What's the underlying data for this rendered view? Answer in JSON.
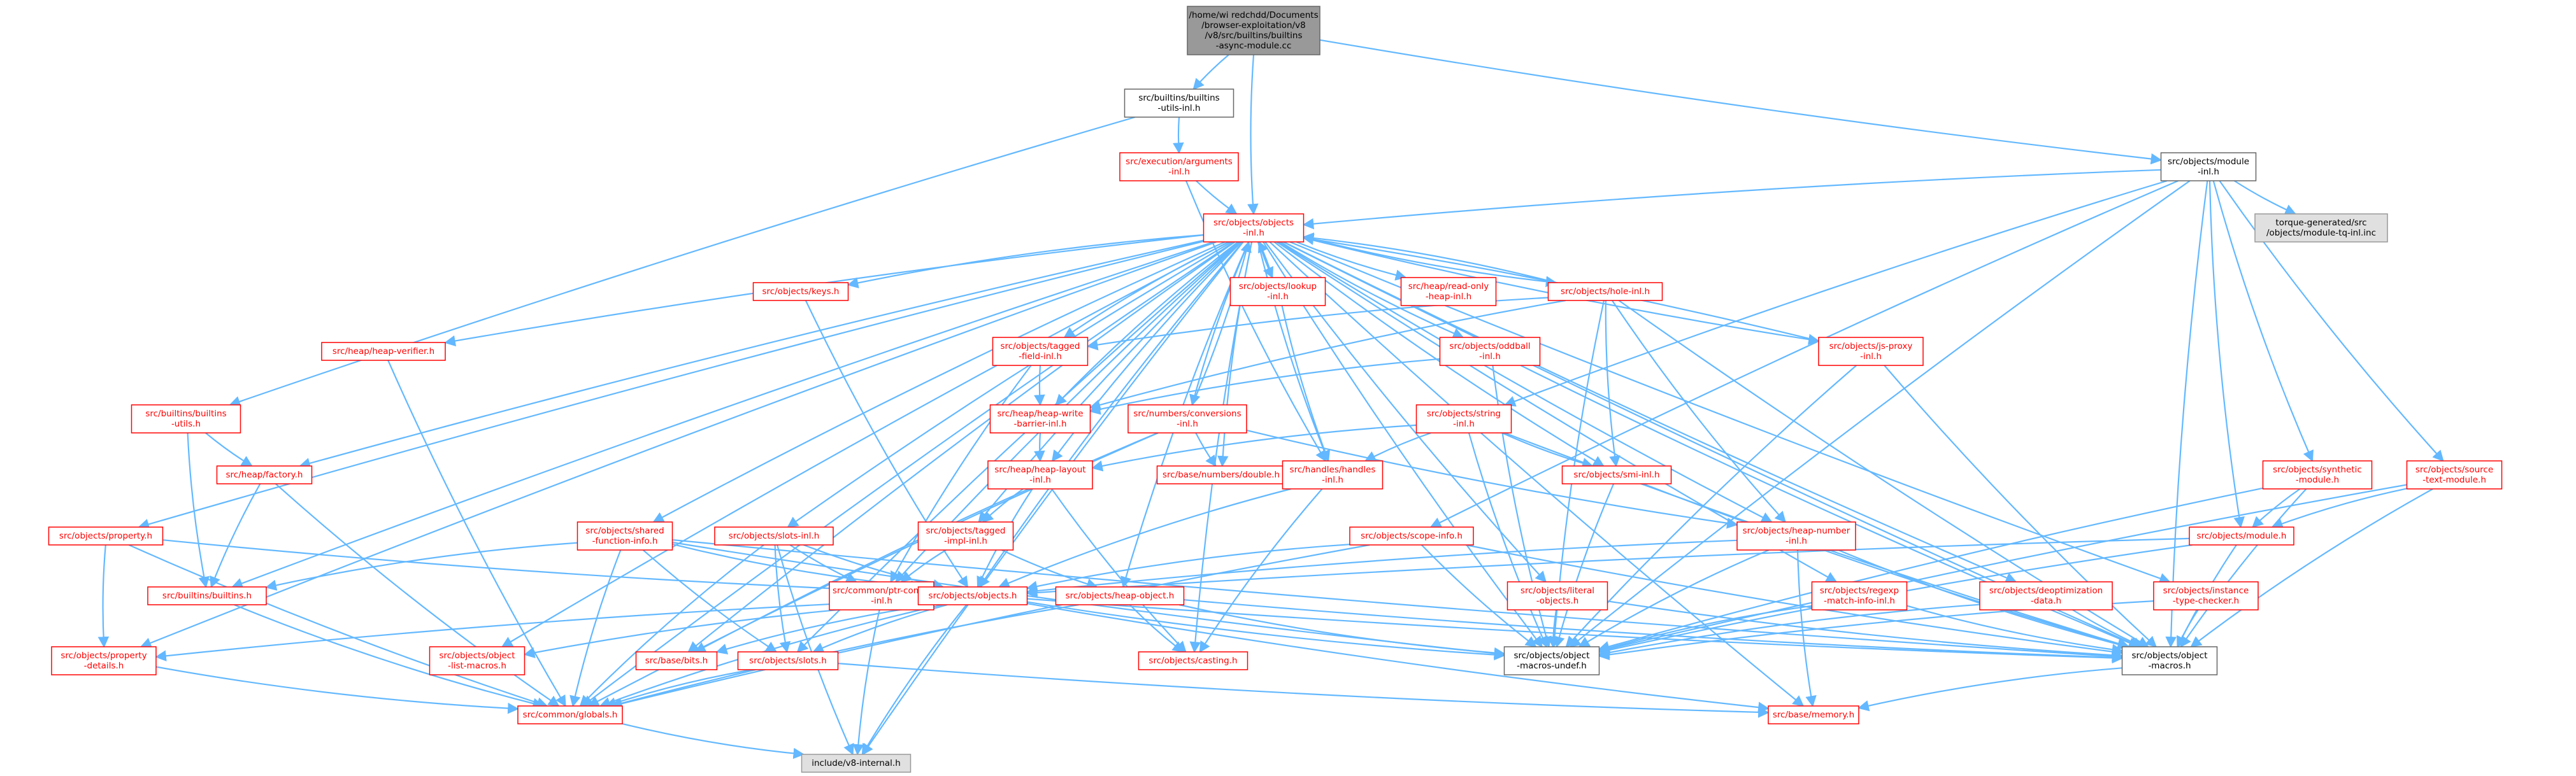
{
  "diagram": {
    "type": "include-dependency-graph",
    "colors": {
      "edge": "#63b8ff",
      "root_fill": "#999999",
      "root_border": "#666666",
      "root_text": "#000000",
      "plain_fill": "#ffffff",
      "plain_border": "#666666",
      "plain_text": "#000000",
      "missing_fill": "#ffffff",
      "missing_border": "#ff0000",
      "missing_text": "#ff0000",
      "external_fill": "#e0e0e0",
      "external_border": "#999999",
      "external_text": "#000000"
    },
    "nodes": [
      {
        "id": "root",
        "kind": "root",
        "lines": [
          "/home/wi redchdd/Documents",
          "/browser-exploitation/v8",
          "/v8/src/builtins/builtins",
          "-async-module.cc"
        ]
      },
      {
        "id": "builtins_utils_inl",
        "kind": "plain",
        "lines": [
          "src/builtins/builtins",
          "-utils-inl.h"
        ]
      },
      {
        "id": "execution_arguments",
        "kind": "missing",
        "lines": [
          "src/execution/arguments",
          "-inl.h"
        ]
      },
      {
        "id": "objects_inl",
        "kind": "missing",
        "lines": [
          "src/objects/objects",
          "-inl.h"
        ]
      },
      {
        "id": "module_inl",
        "kind": "plain",
        "lines": [
          "src/objects/module",
          "-inl.h"
        ]
      },
      {
        "id": "torque_module",
        "kind": "external",
        "lines": [
          "torque-generated/src",
          "/objects/module-tq-inl.inc"
        ]
      },
      {
        "id": "keys",
        "kind": "missing",
        "lines": [
          "src/objects/keys.h"
        ]
      },
      {
        "id": "lookup_inl",
        "kind": "missing",
        "lines": [
          "src/objects/lookup",
          "-inl.h"
        ]
      },
      {
        "id": "read_only_heap_inl",
        "kind": "missing",
        "lines": [
          "src/heap/read-only",
          "-heap-inl.h"
        ]
      },
      {
        "id": "hole_inl",
        "kind": "missing",
        "lines": [
          "src/objects/hole-inl.h"
        ]
      },
      {
        "id": "heap_verifier",
        "kind": "missing",
        "lines": [
          "src/heap/heap-verifier.h"
        ]
      },
      {
        "id": "tagged_field_inl",
        "kind": "missing",
        "lines": [
          "src/objects/tagged",
          "-field-inl.h"
        ]
      },
      {
        "id": "oddball_inl",
        "kind": "missing",
        "lines": [
          "src/objects/oddball",
          "-inl.h"
        ]
      },
      {
        "id": "js_proxy_inl",
        "kind": "missing",
        "lines": [
          "src/objects/js-proxy",
          "-inl.h"
        ]
      },
      {
        "id": "builtins_utils",
        "kind": "missing",
        "lines": [
          "src/builtins/builtins",
          "-utils.h"
        ]
      },
      {
        "id": "heap_write_barrier_inl",
        "kind": "missing",
        "lines": [
          "src/heap/heap-write",
          "-barrier-inl.h"
        ]
      },
      {
        "id": "numbers_conversions_inl",
        "kind": "missing",
        "lines": [
          "src/numbers/conversions",
          "-inl.h"
        ]
      },
      {
        "id": "string_inl",
        "kind": "missing",
        "lines": [
          "src/objects/string",
          "-inl.h"
        ]
      },
      {
        "id": "heap_factory",
        "kind": "missing",
        "lines": [
          "src/heap/factory.h"
        ]
      },
      {
        "id": "heap_layout_inl",
        "kind": "missing",
        "lines": [
          "src/heap/heap-layout",
          "-inl.h"
        ]
      },
      {
        "id": "numbers_double",
        "kind": "missing",
        "lines": [
          "src/base/numbers/double.h"
        ]
      },
      {
        "id": "handles_inl",
        "kind": "missing",
        "lines": [
          "src/handles/handles",
          "-inl.h"
        ]
      },
      {
        "id": "smi_inl",
        "kind": "missing",
        "lines": [
          "src/objects/smi-inl.h"
        ]
      },
      {
        "id": "synthetic_module",
        "kind": "missing",
        "lines": [
          "src/objects/synthetic",
          "-module.h"
        ]
      },
      {
        "id": "source_text_module",
        "kind": "missing",
        "lines": [
          "src/objects/source",
          "-text-module.h"
        ]
      },
      {
        "id": "property_h",
        "kind": "missing",
        "lines": [
          "src/objects/property.h"
        ]
      },
      {
        "id": "shared_function_info",
        "kind": "missing",
        "lines": [
          "src/objects/shared",
          "-function-info.h"
        ]
      },
      {
        "id": "slots_inl",
        "kind": "missing",
        "lines": [
          "src/objects/slots-inl.h"
        ]
      },
      {
        "id": "tagged_impl_inl",
        "kind": "missing",
        "lines": [
          "src/objects/tagged",
          "-impl-inl.h"
        ]
      },
      {
        "id": "scope_info",
        "kind": "missing",
        "lines": [
          "src/objects/scope-info.h"
        ]
      },
      {
        "id": "heap_number_inl",
        "kind": "missing",
        "lines": [
          "src/objects/heap-number",
          "-inl.h"
        ]
      },
      {
        "id": "module_h",
        "kind": "missing",
        "lines": [
          "src/objects/module.h"
        ]
      },
      {
        "id": "builtins_h",
        "kind": "missing",
        "lines": [
          "src/builtins/builtins.h"
        ]
      },
      {
        "id": "ptr_compr_inl",
        "kind": "missing",
        "lines": [
          "src/common/ptr-compr",
          "-inl.h"
        ]
      },
      {
        "id": "objects_h",
        "kind": "missing",
        "lines": [
          "src/objects/objects.h"
        ]
      },
      {
        "id": "heap_object_h",
        "kind": "missing",
        "lines": [
          "src/objects/heap-object.h"
        ]
      },
      {
        "id": "literal_objects",
        "kind": "missing",
        "lines": [
          "src/objects/literal",
          "-objects.h"
        ]
      },
      {
        "id": "regexp_match_info",
        "kind": "missing",
        "lines": [
          "src/objects/regexp",
          "-match-info-inl.h"
        ]
      },
      {
        "id": "deoptimization_data",
        "kind": "missing",
        "lines": [
          "src/objects/deoptimization",
          "-data.h"
        ]
      },
      {
        "id": "instance_type_checker",
        "kind": "missing",
        "lines": [
          "src/objects/instance",
          "-type-checker.h"
        ]
      },
      {
        "id": "property_details",
        "kind": "missing",
        "lines": [
          "src/objects/property",
          "-details.h"
        ]
      },
      {
        "id": "object_list_macros",
        "kind": "missing",
        "lines": [
          "src/objects/object",
          "-list-macros.h"
        ]
      },
      {
        "id": "base_bits",
        "kind": "missing",
        "lines": [
          "src/base/bits.h"
        ]
      },
      {
        "id": "slots_h",
        "kind": "missing",
        "lines": [
          "src/objects/slots.h"
        ]
      },
      {
        "id": "casting_h",
        "kind": "missing",
        "lines": [
          "src/objects/casting.h"
        ]
      },
      {
        "id": "object_macros_undef",
        "kind": "plain",
        "lines": [
          "src/objects/object",
          "-macros-undef.h"
        ]
      },
      {
        "id": "object_macros",
        "kind": "plain",
        "lines": [
          "src/objects/object",
          "-macros.h"
        ]
      },
      {
        "id": "globals_h",
        "kind": "missing",
        "lines": [
          "src/common/globals.h"
        ]
      },
      {
        "id": "base_memory",
        "kind": "missing",
        "lines": [
          "src/base/memory.h"
        ]
      },
      {
        "id": "v8_internal",
        "kind": "external",
        "lines": [
          "include/v8-internal.h"
        ]
      }
    ],
    "edges": [
      [
        "root",
        "builtins_utils_inl"
      ],
      [
        "root",
        "objects_inl"
      ],
      [
        "root",
        "module_inl"
      ],
      [
        "builtins_utils_inl",
        "execution_arguments"
      ],
      [
        "builtins_utils_inl",
        "builtins_utils"
      ],
      [
        "execution_arguments",
        "objects_inl"
      ],
      [
        "execution_arguments",
        "handles_inl"
      ],
      [
        "module_inl",
        "objects_inl"
      ],
      [
        "module_inl",
        "torque_module"
      ],
      [
        "module_inl",
        "module_h"
      ],
      [
        "module_inl",
        "synthetic_module"
      ],
      [
        "module_inl",
        "source_text_module"
      ],
      [
        "module_inl",
        "scope_info"
      ],
      [
        "module_inl",
        "string_inl"
      ],
      [
        "module_inl",
        "object_macros"
      ],
      [
        "module_inl",
        "object_macros_undef"
      ],
      [
        "objects_inl",
        "keys"
      ],
      [
        "objects_inl",
        "lookup_inl"
      ],
      [
        "objects_inl",
        "read_only_heap_inl"
      ],
      [
        "objects_inl",
        "hole_inl"
      ],
      [
        "objects_inl",
        "heap_verifier"
      ],
      [
        "objects_inl",
        "tagged_field_inl"
      ],
      [
        "objects_inl",
        "oddball_inl"
      ],
      [
        "objects_inl",
        "js_proxy_inl"
      ],
      [
        "objects_inl",
        "heap_write_barrier_inl"
      ],
      [
        "objects_inl",
        "numbers_conversions_inl"
      ],
      [
        "objects_inl",
        "heap_factory"
      ],
      [
        "objects_inl",
        "heap_layout_inl"
      ],
      [
        "objects_inl",
        "numbers_double"
      ],
      [
        "objects_inl",
        "handles_inl"
      ],
      [
        "objects_inl",
        "smi_inl"
      ],
      [
        "objects_inl",
        "property_h"
      ],
      [
        "objects_inl",
        "shared_function_info"
      ],
      [
        "objects_inl",
        "slots_inl"
      ],
      [
        "objects_inl",
        "tagged_impl_inl"
      ],
      [
        "objects_inl",
        "heap_number_inl"
      ],
      [
        "objects_inl",
        "builtins_h"
      ],
      [
        "objects_inl",
        "ptr_compr_inl"
      ],
      [
        "objects_inl",
        "objects_h"
      ],
      [
        "objects_inl",
        "heap_object_h"
      ],
      [
        "objects_inl",
        "literal_objects"
      ],
      [
        "objects_inl",
        "regexp_match_info"
      ],
      [
        "objects_inl",
        "deoptimization_data"
      ],
      [
        "objects_inl",
        "instance_type_checker"
      ],
      [
        "objects_inl",
        "property_details"
      ],
      [
        "objects_inl",
        "object_list_macros"
      ],
      [
        "objects_inl",
        "base_bits"
      ],
      [
        "objects_inl",
        "slots_h"
      ],
      [
        "objects_inl",
        "casting_h"
      ],
      [
        "objects_inl",
        "object_macros_undef"
      ],
      [
        "objects_inl",
        "object_macros"
      ],
      [
        "objects_inl",
        "globals_h"
      ],
      [
        "objects_inl",
        "base_memory"
      ],
      [
        "objects_inl",
        "v8_internal"
      ],
      [
        "keys",
        "objects_h"
      ],
      [
        "lookup_inl",
        "objects_inl"
      ],
      [
        "lookup_inl",
        "handles_inl"
      ],
      [
        "hole_inl",
        "objects_inl"
      ],
      [
        "hole_inl",
        "tagged_field_inl"
      ],
      [
        "hole_inl",
        "heap_write_barrier_inl"
      ],
      [
        "hole_inl",
        "smi_inl"
      ],
      [
        "hole_inl",
        "heap_number_inl"
      ],
      [
        "hole_inl",
        "object_macros"
      ],
      [
        "hole_inl",
        "object_macros_undef"
      ],
      [
        "heap_verifier",
        "globals_h"
      ],
      [
        "tagged_field_inl",
        "heap_write_barrier_inl"
      ],
      [
        "tagged_field_inl",
        "ptr_compr_inl"
      ],
      [
        "oddball_inl",
        "heap_write_barrier_inl"
      ],
      [
        "oddball_inl",
        "object_macros"
      ],
      [
        "oddball_inl",
        "object_macros_undef"
      ],
      [
        "js_proxy_inl",
        "objects_inl"
      ],
      [
        "js_proxy_inl",
        "object_macros"
      ],
      [
        "js_proxy_inl",
        "object_macros_undef"
      ],
      [
        "builtins_utils",
        "heap_factory"
      ],
      [
        "builtins_utils",
        "builtins_h"
      ],
      [
        "heap_write_barrier_inl",
        "heap_layout_inl"
      ],
      [
        "numbers_conversions_inl",
        "objects_inl"
      ],
      [
        "numbers_conversions_inl",
        "numbers_double"
      ],
      [
        "numbers_conversions_inl",
        "heap_number_inl"
      ],
      [
        "numbers_conversions_inl",
        "globals_h"
      ],
      [
        "numbers_conversions_inl",
        "base_bits"
      ],
      [
        "string_inl",
        "heap_layout_inl"
      ],
      [
        "string_inl",
        "handles_inl"
      ],
      [
        "string_inl",
        "smi_inl"
      ],
      [
        "string_inl",
        "object_macros"
      ],
      [
        "string_inl",
        "object_macros_undef"
      ],
      [
        "heap_factory",
        "builtins_h"
      ],
      [
        "heap_factory",
        "globals_h"
      ],
      [
        "heap_layout_inl",
        "tagged_impl_inl"
      ],
      [
        "heap_layout_inl",
        "objects_h"
      ],
      [
        "heap_layout_inl",
        "casting_h"
      ],
      [
        "handles_inl",
        "objects_h"
      ],
      [
        "handles_inl",
        "casting_h"
      ],
      [
        "smi_inl",
        "object_macros"
      ],
      [
        "smi_inl",
        "object_macros_undef"
      ],
      [
        "synthetic_module",
        "module_h"
      ],
      [
        "synthetic_module",
        "object_macros"
      ],
      [
        "synthetic_module",
        "object_macros_undef"
      ],
      [
        "source_text_module",
        "module_h"
      ],
      [
        "source_text_module",
        "object_macros"
      ],
      [
        "source_text_module",
        "object_macros_undef"
      ],
      [
        "property_h",
        "property_details"
      ],
      [
        "property_h",
        "objects_h"
      ],
      [
        "property_h",
        "globals_h"
      ],
      [
        "shared_function_info",
        "builtins_h"
      ],
      [
        "shared_function_info",
        "objects_h"
      ],
      [
        "shared_function_info",
        "slots_h"
      ],
      [
        "shared_function_info",
        "object_macros"
      ],
      [
        "shared_function_info",
        "object_macros_undef"
      ],
      [
        "shared_function_info",
        "globals_h"
      ],
      [
        "slots_inl",
        "ptr_compr_inl"
      ],
      [
        "slots_inl",
        "slots_h"
      ],
      [
        "slots_inl",
        "objects_h"
      ],
      [
        "slots_inl",
        "v8_internal"
      ],
      [
        "slots_inl",
        "globals_h"
      ],
      [
        "tagged_impl_inl",
        "ptr_compr_inl"
      ],
      [
        "tagged_impl_inl",
        "heap_object_h"
      ],
      [
        "scope_info",
        "objects_h"
      ],
      [
        "scope_info",
        "object_macros"
      ],
      [
        "scope_info",
        "object_macros_undef"
      ],
      [
        "scope_info",
        "globals_h"
      ],
      [
        "heap_number_inl",
        "objects_h"
      ],
      [
        "heap_number_inl",
        "object_macros"
      ],
      [
        "heap_number_inl",
        "object_macros_undef"
      ],
      [
        "heap_number_inl",
        "base_memory"
      ],
      [
        "module_h",
        "objects_h"
      ],
      [
        "module_h",
        "object_macros"
      ],
      [
        "module_h",
        "object_macros_undef"
      ],
      [
        "builtins_h",
        "globals_h"
      ],
      [
        "ptr_compr_inl",
        "v8_internal"
      ],
      [
        "objects_h",
        "property_details"
      ],
      [
        "objects_h",
        "object_list_macros"
      ],
      [
        "objects_h",
        "base_bits"
      ],
      [
        "objects_h",
        "slots_h"
      ],
      [
        "objects_h",
        "object_macros"
      ],
      [
        "objects_h",
        "object_macros_undef"
      ],
      [
        "objects_h",
        "globals_h"
      ],
      [
        "objects_h",
        "base_memory"
      ],
      [
        "objects_h",
        "v8_internal"
      ],
      [
        "heap_object_h",
        "casting_h"
      ],
      [
        "heap_object_h",
        "object_macros"
      ],
      [
        "heap_object_h",
        "object_macros_undef"
      ],
      [
        "heap_object_h",
        "globals_h"
      ],
      [
        "literal_objects",
        "object_macros"
      ],
      [
        "literal_objects",
        "object_macros_undef"
      ],
      [
        "regexp_match_info",
        "object_macros"
      ],
      [
        "regexp_match_info",
        "object_macros_undef"
      ],
      [
        "deoptimization_data",
        "object_macros"
      ],
      [
        "deoptimization_data",
        "object_macros_undef"
      ],
      [
        "instance_type_checker",
        "object_macros"
      ],
      [
        "instance_type_checker",
        "object_macros_undef"
      ],
      [
        "property_details",
        "globals_h"
      ],
      [
        "slots_h",
        "globals_h"
      ],
      [
        "slots_h",
        "base_memory"
      ],
      [
        "object_macros",
        "base_memory"
      ],
      [
        "globals_h",
        "v8_internal"
      ]
    ]
  }
}
